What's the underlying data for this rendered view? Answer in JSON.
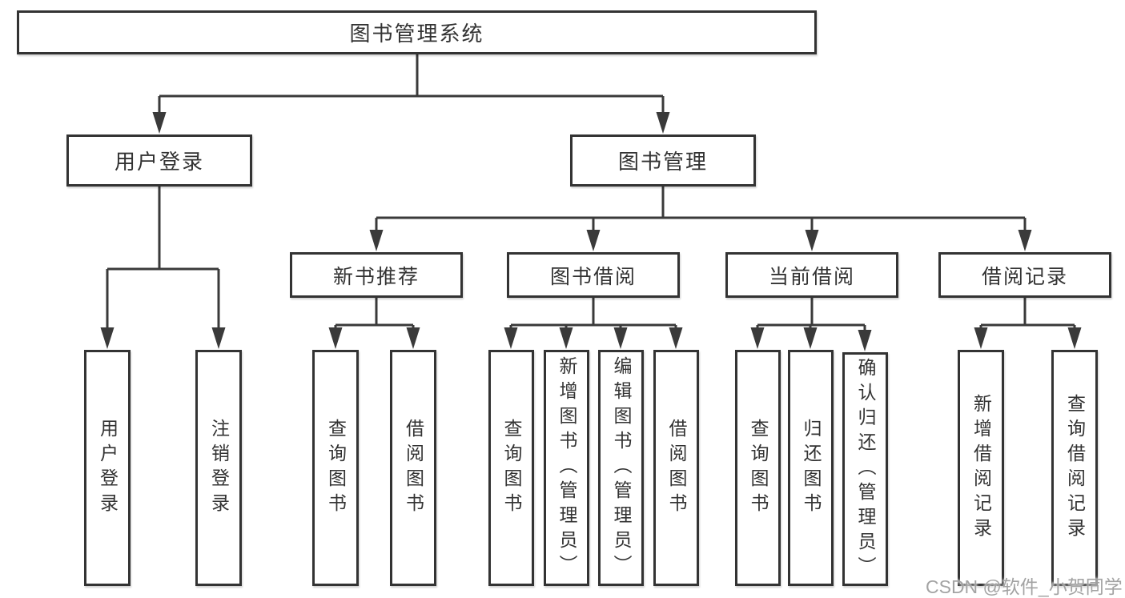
{
  "tree": {
    "label": "图书管理系统",
    "children": [
      {
        "label": "用户登录",
        "children": [
          {
            "label": "用户登录"
          },
          {
            "label": "注销登录"
          }
        ]
      },
      {
        "label": "图书管理",
        "children": [
          {
            "label": "新书推荐",
            "children": [
              {
                "label": "查询图书"
              },
              {
                "label": "借阅图书"
              }
            ]
          },
          {
            "label": "图书借阅",
            "children": [
              {
                "label": "查询图书"
              },
              {
                "label": "新增图书（管理员）"
              },
              {
                "label": "编辑图书（管理员）"
              },
              {
                "label": "借阅图书"
              }
            ]
          },
          {
            "label": "当前借阅",
            "children": [
              {
                "label": "查询图书"
              },
              {
                "label": "归还图书"
              },
              {
                "label": "确认归还（管理员）"
              }
            ]
          },
          {
            "label": "借阅记录",
            "children": [
              {
                "label": "新增借阅记录"
              },
              {
                "label": "查询借阅记录"
              }
            ]
          }
        ]
      }
    ]
  },
  "watermark": {
    "text": "CSDN @软件_小贺同学"
  },
  "colors": {
    "line": "#3a3a3a",
    "box_border": "#333333",
    "text": "#333333",
    "background": "#ffffff",
    "watermark": "#9e9e9e"
  }
}
